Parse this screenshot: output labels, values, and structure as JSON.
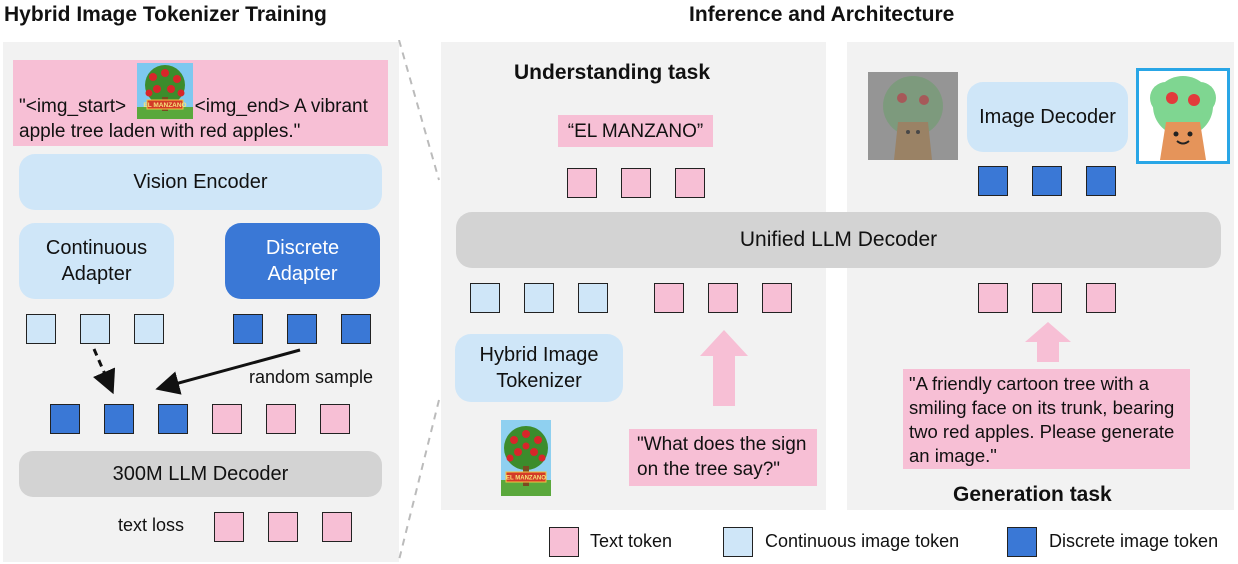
{
  "left": {
    "title": "Hybrid Image Tokenizer Training",
    "caption_pre": "\"<img_start>",
    "caption_mid": "<img_end> A vibrant",
    "caption_line2": "apple tree laden with red apples.\"",
    "vision_encoder": "Vision Encoder",
    "continuous_adapter": "Continuous Adapter",
    "discrete_adapter": "Discrete Adapter",
    "random_sample": "random sample",
    "llm_decoder": "300M LLM Decoder",
    "text_loss": "text loss"
  },
  "right": {
    "title": "Inference and Architecture",
    "understanding_title": "Understanding task",
    "answer": "“EL MANZANO”",
    "unified_decoder": "Unified LLM Decoder",
    "hybrid_tokenizer": "Hybrid Image Tokenizer",
    "question": "\"What does the sign on the tree say?\"",
    "image_decoder": "Image Decoder",
    "prompt": "\"A friendly cartoon tree with a smiling face on its trunk, bearing two red apples. Please generate an image.\"",
    "generation_title": "Generation task",
    "sign_text": "EL MANZANO"
  },
  "legend": {
    "text_token": "Text token",
    "continuous_token": "Continuous image token",
    "discrete_token": "Discrete image token"
  },
  "colors": {
    "text_token": "#f7bfd5",
    "continuous_token": "#cfe6f8",
    "discrete_token": "#3a78d6",
    "decoder_gray": "#d3d3d3",
    "panel": "#f2f2f2"
  }
}
